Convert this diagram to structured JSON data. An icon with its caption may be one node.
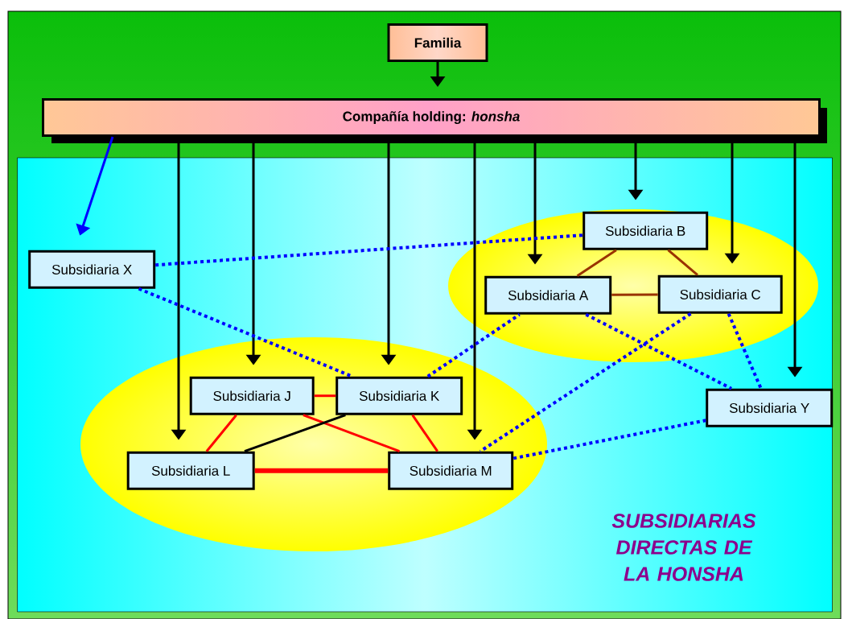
{
  "diagram": {
    "nodes": [
      {
        "text": [
          "Familia"
        ]
      },
      {
        "text": [
          "Compañía holding: *honsha*"
        ]
      },
      {
        "text": [
          "SUBSIDIARIAS DIRECTAS DE LA HONSHA"
        ]
      },
      {
        "text": [
          "Subsidiaria B"
        ],
        "in": 2
      },
      {
        "text": [
          "Subsidiaria X"
        ],
        "in": 2
      },
      {
        "text": [
          "Subsidiaria A"
        ],
        "in": 2
      },
      {
        "text": [
          "Subsidiaria C"
        ],
        "in": 2
      },
      {
        "text": [
          "Subsidiaria J"
        ],
        "in": 2
      },
      {
        "text": [
          "Subsidiaria K"
        ],
        "in": 2
      },
      {
        "text": [
          "Subsidiaria Y"
        ],
        "in": 2
      },
      {
        "text": [
          "Subsidiaria L"
        ],
        "in": 2
      },
      {
        "text": [
          "Subsidiaria M"
        ],
        "in": 2
      }
    ],
    "edges": [
      {
        "from": 0,
        "to": 1,
        "arrow": "to"
      },
      {
        "from": 1,
        "to": 4,
        "arrow": "to",
        "color": "#0000ff"
      },
      {
        "from": 1,
        "to": 10,
        "arrow": "to"
      },
      {
        "from": 1,
        "to": 7,
        "arrow": "to"
      },
      {
        "from": 1,
        "to": 8,
        "arrow": "to"
      },
      {
        "from": 1,
        "to": 11,
        "arrow": "to"
      },
      {
        "from": 1,
        "to": 5,
        "arrow": "to"
      },
      {
        "from": 1,
        "to": 3,
        "arrow": "to"
      },
      {
        "from": 1,
        "to": 6,
        "arrow": "to"
      },
      {
        "from": 1,
        "to": 9,
        "arrow": "to"
      },
      {
        "from": 4,
        "to": 3,
        "arrow": "none",
        "style": "dashed",
        "color": "#0000ff"
      },
      {
        "from": 4,
        "to": 8,
        "arrow": "none",
        "style": "dashed",
        "color": "#0000ff"
      },
      {
        "from": 8,
        "to": 5,
        "arrow": "none",
        "style": "dashed",
        "color": "#0000ff"
      },
      {
        "from": 5,
        "to": 9,
        "arrow": "none",
        "style": "dashed",
        "color": "#0000ff"
      },
      {
        "from": 6,
        "to": 11,
        "arrow": "none",
        "style": "dashed",
        "color": "#0000ff"
      },
      {
        "from": 6,
        "to": 9,
        "arrow": "none",
        "style": "dashed",
        "color": "#0000ff"
      },
      {
        "from": 11,
        "to": 9,
        "arrow": "none",
        "style": "dashed",
        "color": "#0000ff"
      },
      {
        "from": 3,
        "to": 5,
        "arrow": "none",
        "color": "#993300"
      },
      {
        "from": 3,
        "to": 6,
        "arrow": "none",
        "color": "#993300"
      },
      {
        "from": 5,
        "to": 6,
        "arrow": "none",
        "color": "#993300"
      },
      {
        "from": 7,
        "to": 8,
        "arrow": "none",
        "color": "#ff0000"
      },
      {
        "from": 7,
        "to": 10,
        "arrow": "none",
        "color": "#ff0000"
      },
      {
        "from": 7,
        "to": 11,
        "arrow": "none",
        "color": "#ff0000"
      },
      {
        "from": 8,
        "to": 11,
        "arrow": "none",
        "color": "#ff0000"
      },
      {
        "from": 10,
        "to": 11,
        "arrow": "none",
        "style": "thick",
        "color": "#ff0000"
      },
      {
        "from": 8,
        "to": 10,
        "arrow": "none"
      }
    ]
  }
}
